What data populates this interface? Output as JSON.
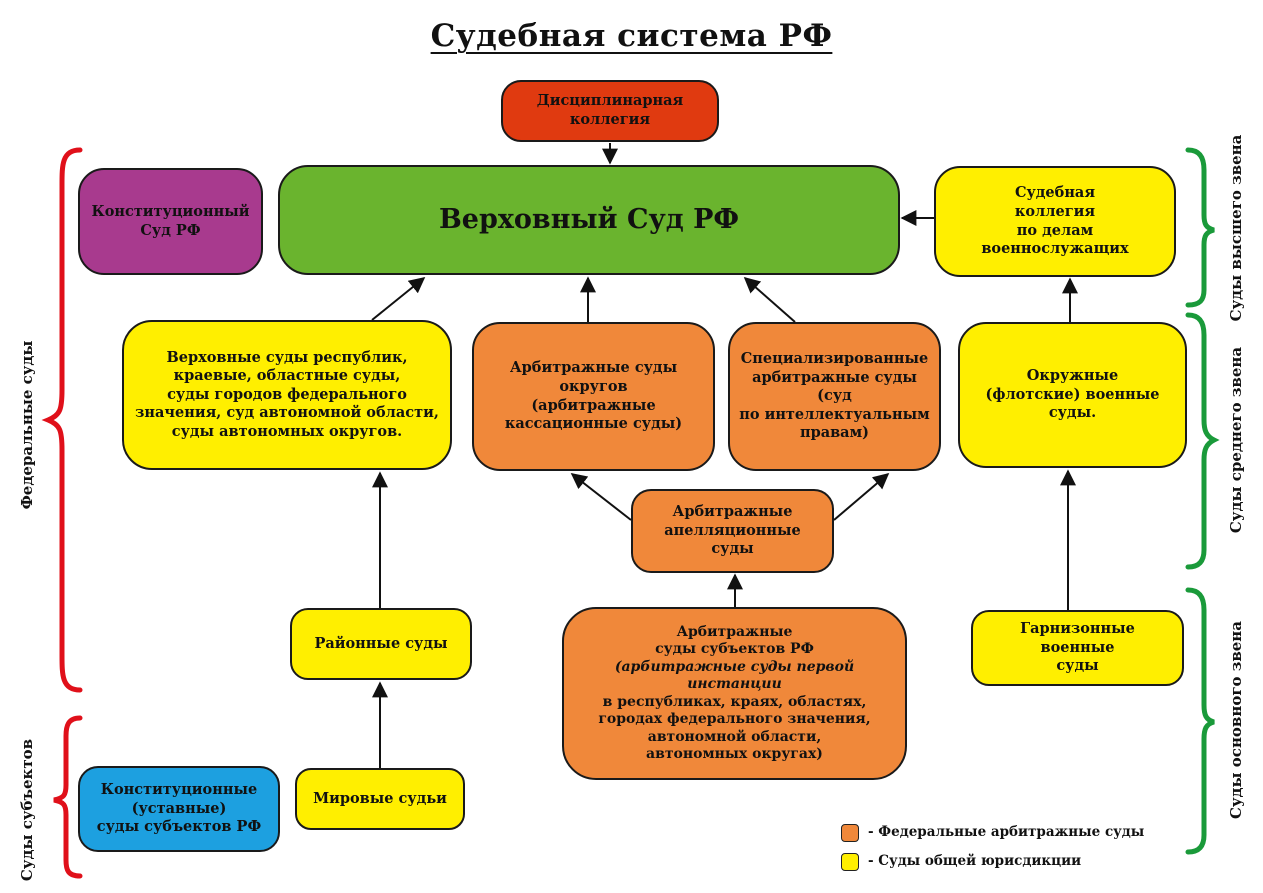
{
  "title": "Судебная система РФ",
  "nodes": {
    "discipline": [
      "Дисциплинарная",
      "коллегия"
    ],
    "supreme": [
      "Верховный Суд РФ"
    ],
    "constitutional": [
      "Конституционный",
      "Суд РФ"
    ],
    "military_collegium": [
      "Судебная",
      "коллегия",
      "по делам военнослужащих"
    ],
    "regional": [
      "Верховные суды республик,",
      "краевые, областные суды,",
      "суды городов федерального",
      "значения, суд автономной области,",
      "суды автономных округов."
    ],
    "district_arbitration": [
      "Арбитражные суды",
      "округов",
      "(арбитражные",
      "кассационные  суды)"
    ],
    "ip_court": [
      "Специализированные",
      "арбитражные суды",
      "(суд",
      "по интеллектуальным",
      "правам)"
    ],
    "district_military": [
      "Окружные",
      "(флотские) военные суды."
    ],
    "appeal_arbitration": [
      "Арбитражные",
      "апелляционные суды"
    ],
    "rayon": [
      "Районные суды"
    ],
    "subject_arbitration": {
      "line1": "Арбитражные",
      "line2": "суды субъектов РФ",
      "line3_italic": "(арбитражные суды первой инстанции",
      "line4": "в республиках, краях, областях,",
      "line5": "городах федерального значения,",
      "line6": "автономной области,",
      "line7": "автономных округах)"
    },
    "garrison": [
      "Гарнизонные военные",
      "суды"
    ],
    "subject_constitutional": [
      "Конституционные",
      "(уставные)",
      "суды субъектов РФ"
    ],
    "magistrates": [
      "Мировые судьи"
    ]
  },
  "side_labels": {
    "federal": "Федеральные суды",
    "subjects": "Суды субъектов",
    "top_level": "Суды высшего звена",
    "middle_level": "Суды среднего звена",
    "base_level": "Суды основного звена"
  },
  "legend": {
    "orange": "- Федеральные арбитражные суды",
    "yellow": "- Суды общей юрисдикции"
  },
  "colors": {
    "red": "#e03a10",
    "green": "#6ab42e",
    "purple": "#a83a8e",
    "yellow": "#ffef00",
    "orange": "#f0883a",
    "blue": "#1da0e0",
    "brace_red": "#e0101a",
    "brace_green": "#1a9a3a"
  }
}
